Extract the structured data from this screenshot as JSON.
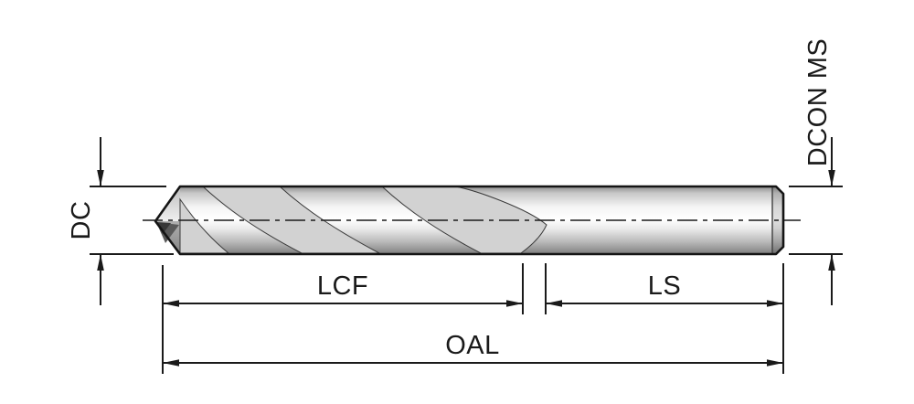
{
  "drawing": {
    "labels": {
      "dc": "DC",
      "dcon_ms": "DCON MS",
      "lcf": "LCF",
      "ls": "LS",
      "oal": "OAL"
    },
    "colors": {
      "line": "#1a1a1a",
      "background": "#ffffff",
      "steel_light": "#f4f4f4",
      "steel_mid": "#b9b9b9",
      "steel_dark": "#7f7f7f"
    }
  }
}
